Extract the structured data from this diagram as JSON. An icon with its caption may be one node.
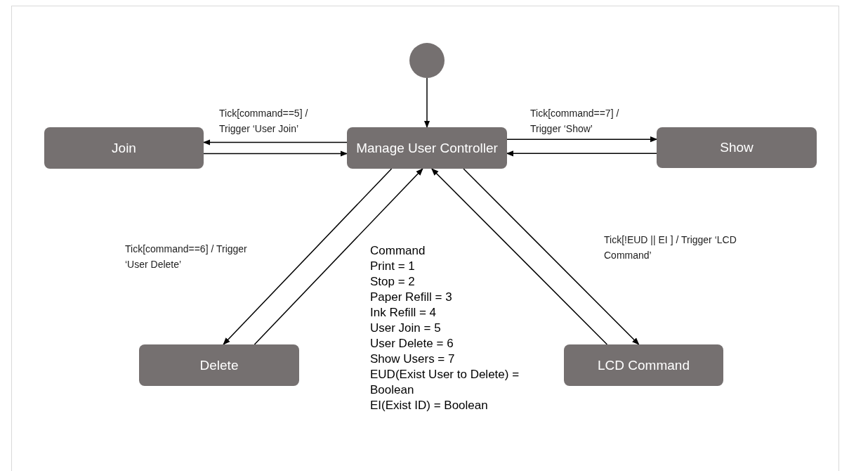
{
  "diagram": {
    "nodes": [
      {
        "text": [],
        "shape": "circle"
      },
      {
        "text": [
          "Manage User Controller"
        ]
      },
      {
        "text": [
          "Join"
        ]
      },
      {
        "text": [
          "Show"
        ]
      },
      {
        "text": [
          "Delete"
        ]
      },
      {
        "text": [
          "LCD Command"
        ]
      }
    ],
    "edges": [
      {
        "from": 0,
        "to": 1,
        "arrow": "to"
      },
      {
        "from": 1,
        "to": 2,
        "arrow": "to",
        "label": "Tick[command==5] / Trigger ‘User Join’"
      },
      {
        "from": 2,
        "to": 1,
        "arrow": "to"
      },
      {
        "from": 1,
        "to": 3,
        "arrow": "to",
        "label": "Tick[command==7] / Trigger ‘Show’"
      },
      {
        "from": 3,
        "to": 1,
        "arrow": "to"
      },
      {
        "from": 1,
        "to": 4,
        "arrow": "to",
        "label": "Tick[command==6] / Trigger ‘User Delete’"
      },
      {
        "from": 4,
        "to": 1,
        "arrow": "to"
      },
      {
        "from": 5,
        "to": 1,
        "arrow": "to"
      },
      {
        "from": 1,
        "to": 5,
        "arrow": "to",
        "label": "Tick[!EUD || EI ] / Trigger ‘LCD Command’"
      }
    ],
    "labels": [
      "Command",
      "Print = 1",
      "Stop = 2",
      "Paper Refill = 3",
      "Ink Refill = 4",
      "User Join = 5",
      "User Delete = 6",
      "Show Users = 7",
      "EUD(Exist User to Delete) = Boolean",
      "EI(Exist ID) = Boolean"
    ]
  }
}
